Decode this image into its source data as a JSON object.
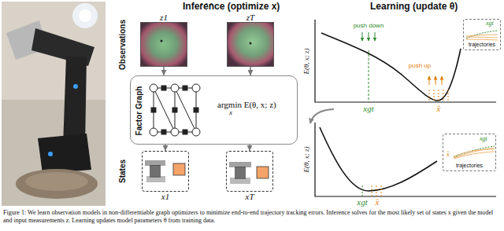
{
  "diagram": {
    "caption": "Figure 1: We learn observation models in non-differentiable graph optimizers to minimize end-to-end trajectory tracking errors. Inference solves for the most likely set of states x given the model and input measurements z. Learning updates model parameters θ from training data.",
    "nodes": [
      {
        "text": [
          "z1"
        ]
      },
      {
        "text": [
          "zT"
        ]
      },
      {
        "text": [
          "Factor Graph",
          "argmin E(θ, x; z)"
        ]
      },
      {
        "text": [
          "x1"
        ]
      },
      {
        "text": [
          "xT"
        ]
      },
      {
        "text": [
          "trajectories",
          "xgt"
        ]
      },
      {
        "text": [
          "trajectories",
          "xgt",
          "x̂"
        ]
      }
    ],
    "edges": [
      {
        "from": 0,
        "to": 2,
        "arrow": "to"
      },
      {
        "from": 1,
        "to": 2,
        "arrow": "to"
      },
      {
        "from": 2,
        "to": 3,
        "arrow": "to"
      },
      {
        "from": 2,
        "to": 4,
        "arrow": "to"
      }
    ],
    "labels": [
      "Inference (optimize x)",
      "Observations",
      "· · ·",
      "· · ·",
      "States",
      "x",
      "Learning (update θ)",
      "E(θ, x; z)",
      "push down",
      "push up",
      "xgt",
      "x̂",
      "E(θ, x; z)",
      "xgt",
      "x̂"
    ]
  }
}
